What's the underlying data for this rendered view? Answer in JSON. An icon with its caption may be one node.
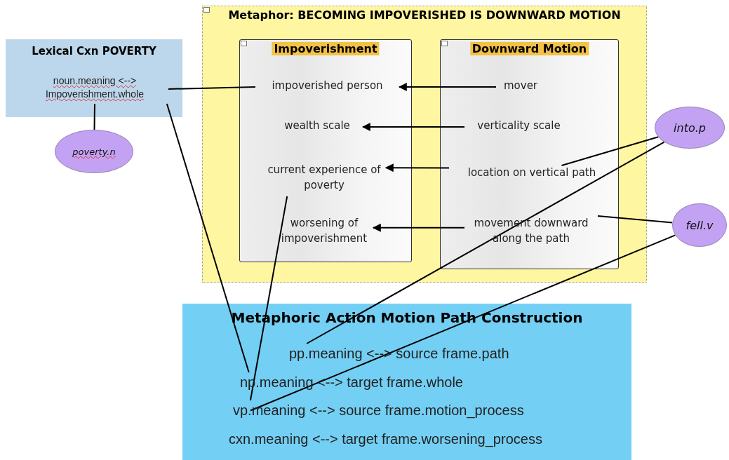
{
  "diagram": {
    "nodes": [
      {
        "text": [
          "Lexical Cxn POVERTY"
        ]
      },
      {
        "text": [
          "noun.meaning <--> Impoverishment.whole"
        ],
        "in": 0
      },
      {
        "text": [
          "poverty.n"
        ]
      },
      {
        "text": [
          "Metaphor: BECOMING IMPOVERISHED IS DOWNWARD MOTION"
        ]
      },
      {
        "text": [
          "Impoverishment"
        ],
        "in": 3
      },
      {
        "text": [
          "impoverished person"
        ],
        "in": 4
      },
      {
        "text": [
          "wealth scale"
        ],
        "in": 4
      },
      {
        "text": [
          "current experience of poverty"
        ],
        "in": 4
      },
      {
        "text": [
          "worsening of impoverishment"
        ],
        "in": 4
      },
      {
        "text": [
          "Downward Motion"
        ],
        "in": 3
      },
      {
        "text": [
          "mover"
        ],
        "in": 9
      },
      {
        "text": [
          "verticality scale"
        ],
        "in": 9
      },
      {
        "text": [
          "location on vertical path"
        ],
        "in": 9
      },
      {
        "text": [
          "movement downward along the path"
        ],
        "in": 9
      },
      {
        "text": [
          "into.p"
        ]
      },
      {
        "text": [
          "fell.v"
        ]
      },
      {
        "text": [
          "Metaphoric Action Motion Path Construction"
        ]
      },
      {
        "text": [
          "pp.meaning <--> source frame.path"
        ],
        "in": 16
      },
      {
        "text": [
          "np.meaning <--> target frame.whole"
        ],
        "in": 16
      },
      {
        "text": [
          "vp.meaning <--> source frame.motion_process"
        ],
        "in": 16
      },
      {
        "text": [
          "cxn.meaning <--> target frame.worsening_process"
        ],
        "in": 16
      }
    ],
    "edges": [
      {
        "from": 1,
        "to": 5,
        "arrow": "none"
      },
      {
        "from": 1,
        "to": 18,
        "arrow": "none"
      },
      {
        "from": 2,
        "to": 1,
        "arrow": "none"
      },
      {
        "from": 10,
        "to": 5,
        "arrow": "to"
      },
      {
        "from": 11,
        "to": 6,
        "arrow": "to"
      },
      {
        "from": 12,
        "to": 7,
        "arrow": "to"
      },
      {
        "from": 13,
        "to": 8,
        "arrow": "to"
      },
      {
        "from": 14,
        "to": 12,
        "arrow": "none"
      },
      {
        "from": 14,
        "to": 17,
        "arrow": "none"
      },
      {
        "from": 15,
        "to": 13,
        "arrow": "none"
      },
      {
        "from": 15,
        "to": 19,
        "arrow": "none"
      },
      {
        "from": 7,
        "to": 19,
        "arrow": "none"
      }
    ]
  }
}
